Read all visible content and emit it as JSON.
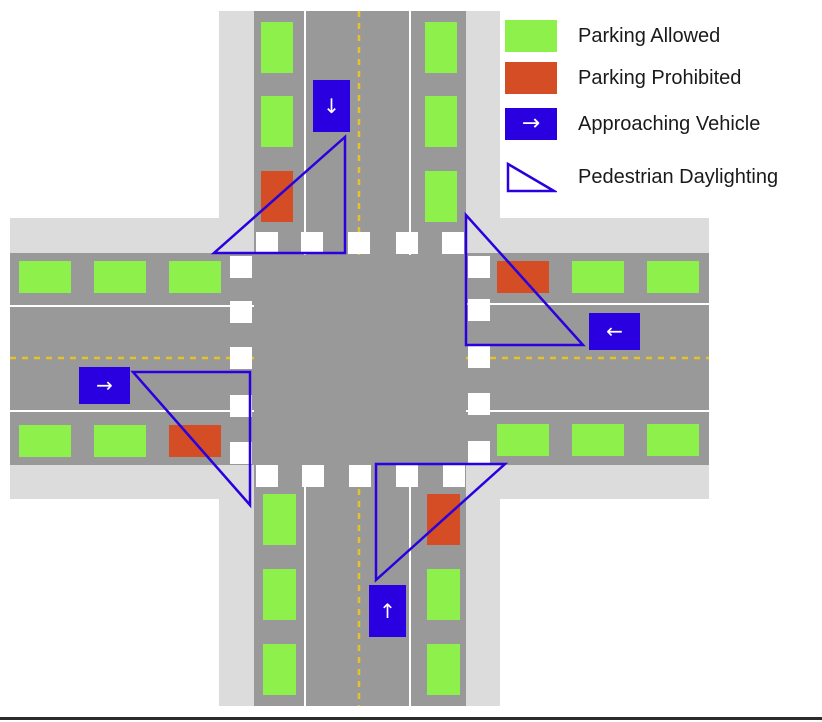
{
  "colors": {
    "sidewalk": "#dcdcdc",
    "road": "#999999",
    "lane_line": "#ffffff",
    "center_line": "#e6c229",
    "parking_allowed": "#8ef04a",
    "parking_prohibited": "#d44d24",
    "vehicle": "#2a00e0",
    "daylighting_outline": "#2a00e0",
    "crosswalk": "#ffffff"
  },
  "legend": [
    {
      "key": "parking_allowed",
      "label": "Parking Allowed",
      "icon": "green-rectangle"
    },
    {
      "key": "parking_prohibited",
      "label": "Parking Prohibited",
      "icon": "red-rectangle"
    },
    {
      "key": "vehicle",
      "label": "Approaching Vehicle",
      "icon": "right-arrow-icon",
      "glyph": "→"
    },
    {
      "key": "daylighting",
      "label": "Pedestrian Daylighting",
      "icon": "triangle-outline-icon"
    }
  ],
  "vehicles": [
    {
      "id": "north",
      "glyph": "↓",
      "direction": "southbound"
    },
    {
      "id": "east",
      "glyph": "←",
      "direction": "westbound"
    },
    {
      "id": "west",
      "glyph": "→",
      "direction": "eastbound"
    },
    {
      "id": "south",
      "glyph": "↑",
      "direction": "northbound"
    }
  ]
}
